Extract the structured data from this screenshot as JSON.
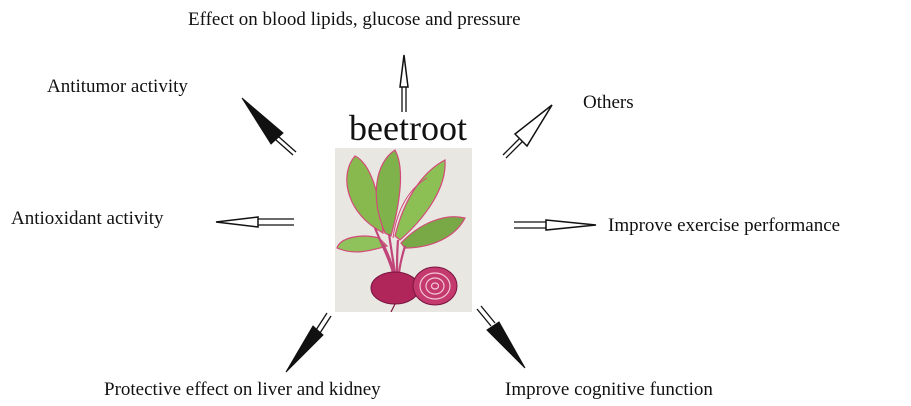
{
  "diagram": {
    "center_title": "beetroot",
    "center_image": "beetroot-illustration",
    "effects": {
      "top": "Effect on blood lipids, glucose and pressure",
      "top_left": "Antitumor activity",
      "top_right": "Others",
      "left": "Antioxidant activity",
      "right": "Improve exercise performance",
      "bottom_left": "Protective effect on liver and kidney",
      "bottom_right": "Improve cognitive function"
    }
  },
  "colors": {
    "text": "#111111",
    "arrow_outline": "#111111",
    "leaf_green": "#7fb24a",
    "stem_pink": "#c2457a",
    "root_red": "#b0265a"
  }
}
